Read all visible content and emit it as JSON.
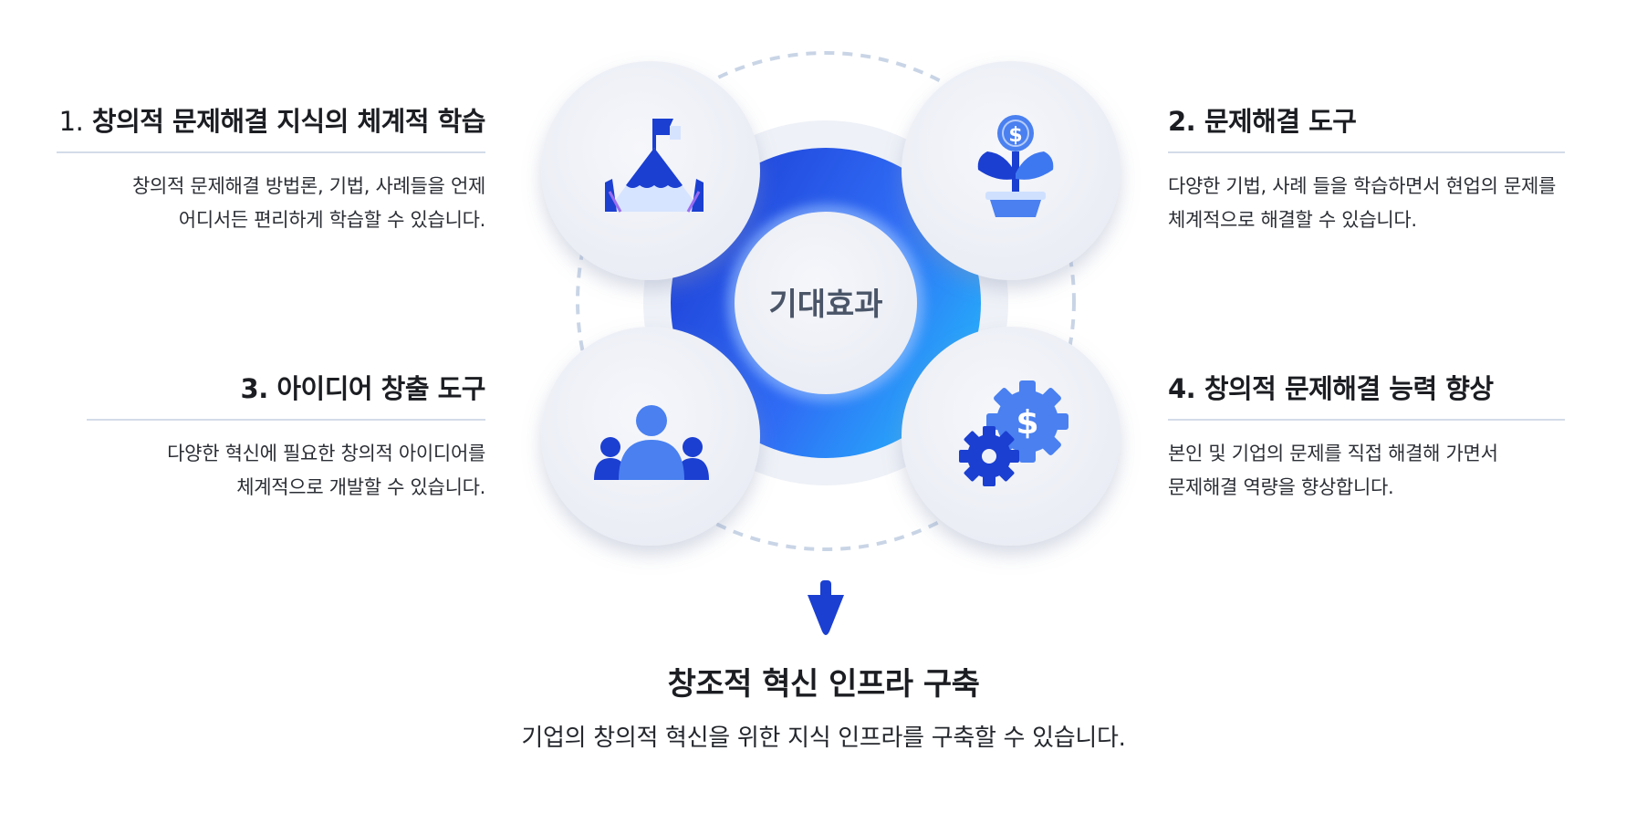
{
  "center_label": "기대효과",
  "colors": {
    "accent_dark": "#1b3fd1",
    "accent_mid": "#2f6cf5",
    "accent_light": "#27b0fb",
    "icon_blue": "#4a80f0",
    "rule": "#d3dbe8"
  },
  "items": [
    {
      "number": "1.",
      "title": "창의적 문제해결 지식의 체계적 학습",
      "desc_lines": [
        "창의적 문제해결 방법론, 기법, 사례들을 언제",
        "어디서든 편리하게 학습할 수 있습니다."
      ],
      "icon": "mountain-flag-icon"
    },
    {
      "number": "2.",
      "title": "문제해결 도구",
      "desc_lines": [
        "다양한 기법, 사례 들을 학습하면서 현업의 문제를",
        "체계적으로 해결할 수 있습니다."
      ],
      "icon": "money-plant-icon"
    },
    {
      "number": "3.",
      "title": "아이디어 창출 도구",
      "desc_lines": [
        "다양한 혁신에 필요한 창의적 아이디어를",
        "체계적으로 개발할 수 있습니다."
      ],
      "icon": "team-people-icon"
    },
    {
      "number": "4.",
      "title": "창의적 문제해결 능력 향상",
      "desc_lines": [
        "본인 및 기업의 문제를 직접 해결해 가면서",
        "문제해결 역량을 향상합니다."
      ],
      "icon": "dollar-gears-icon"
    }
  ],
  "result": {
    "title": "창조적 혁신 인프라 구축",
    "desc": "기업의 창의적 혁신을 위한 지식 인프라를 구축할 수 있습니다."
  }
}
